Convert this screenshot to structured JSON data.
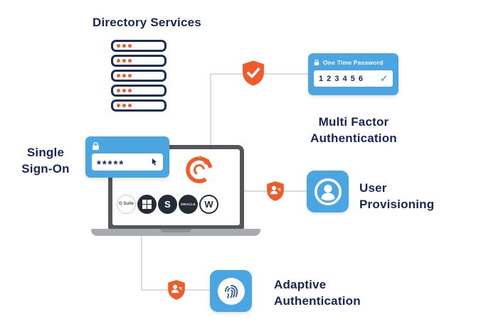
{
  "nodes": {
    "directory": {
      "label": "Directory Services"
    },
    "sso": {
      "label_lines": [
        "Single",
        "Sign-On"
      ],
      "password_value": "*****"
    },
    "mfa": {
      "label_lines": [
        "Multi Factor",
        "Authentication"
      ],
      "otp_title": "One Time Password",
      "otp_code": "1 2 3 4 5 6",
      "check_glyph": "✓"
    },
    "user_provisioning": {
      "label_lines": [
        "User",
        "Provisioning"
      ]
    },
    "adaptive": {
      "label_lines": [
        "Adaptive",
        "Authentication"
      ]
    }
  },
  "laptop": {
    "apps": [
      {
        "name": "gsuite",
        "label": "G Suite"
      },
      {
        "name": "microsoft",
        "label": ""
      },
      {
        "name": "shopify",
        "label": "S"
      },
      {
        "name": "oracle",
        "label": "ORACLE"
      },
      {
        "name": "wordpress",
        "label": "W"
      }
    ]
  },
  "colors": {
    "blue": "#4BA5E0",
    "navy": "#16265C",
    "orange": "#F15A29",
    "connector": "#DBDBDB"
  }
}
